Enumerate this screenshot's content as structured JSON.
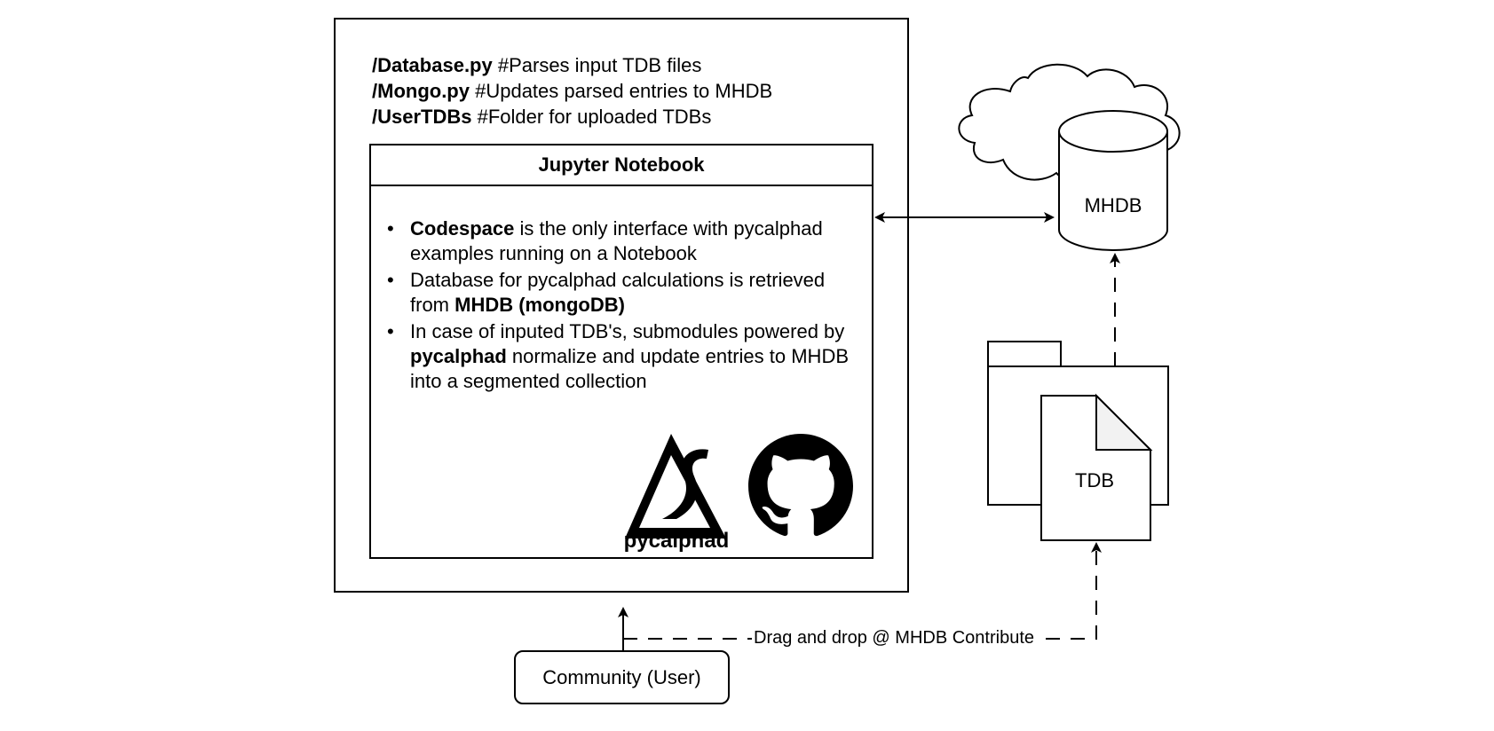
{
  "codespace": {
    "files": [
      {
        "path": "/Database.py",
        "comment": " #Parses input TDB files"
      },
      {
        "path": "/Mongo.py",
        "comment": " #Updates parsed entries to MHDB"
      },
      {
        "path": "/UserTDBs",
        "comment": " #Folder for uploaded TDBs"
      }
    ]
  },
  "notebook": {
    "title": "Jupyter Notebook",
    "bullet_glyph": "•",
    "bullets": [
      {
        "bold1": "Codespace",
        "text1": " is the only interface with pycalphad examples running on a Notebook"
      },
      {
        "text1": "Database for pycalphad calculations is retrieved from ",
        "bold1": "MHDB (mongoDB)"
      },
      {
        "text1": "In case of inputed TDB's, submodules powered by ",
        "bold1": "pycalphad",
        "text2": " normalize and update entries to MHDB into a segmented collection"
      }
    ]
  },
  "logos": {
    "pycalphad_word": "pycalphad",
    "pycalphad_icon": "pycalphad-triangle-logo",
    "github_icon": "github-octocat-logo"
  },
  "database": {
    "label": "MHDB",
    "icon": "cloud-database-cylinder"
  },
  "tdb_file": {
    "label": "TDB",
    "icon": "folder-with-document"
  },
  "edges": {
    "drag_drop_label": "Drag and drop @ MHDB Contribute"
  },
  "community": {
    "label": "Community (User)"
  },
  "colors": {
    "stroke": "#000000",
    "background": "#ffffff",
    "page_fold": "#f2f2f2"
  }
}
